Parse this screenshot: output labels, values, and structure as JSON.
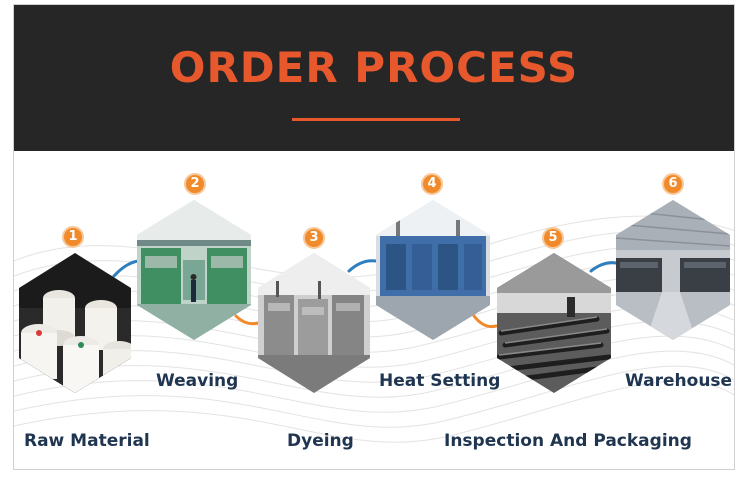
{
  "header": {
    "title": "ORDER PROCESS"
  },
  "colors": {
    "accent": "#e8582d",
    "banner": "#262626",
    "label": "#1f3550",
    "badge": "#f08a2a"
  },
  "steps": [
    {
      "number": "1",
      "label": "Raw Material"
    },
    {
      "number": "2",
      "label": "Weaving"
    },
    {
      "number": "3",
      "label": "Dyeing"
    },
    {
      "number": "4",
      "label": "Heat Setting"
    },
    {
      "number": "5",
      "label": "Inspection And Packaging"
    },
    {
      "number": "6",
      "label": "Warehouse"
    }
  ]
}
